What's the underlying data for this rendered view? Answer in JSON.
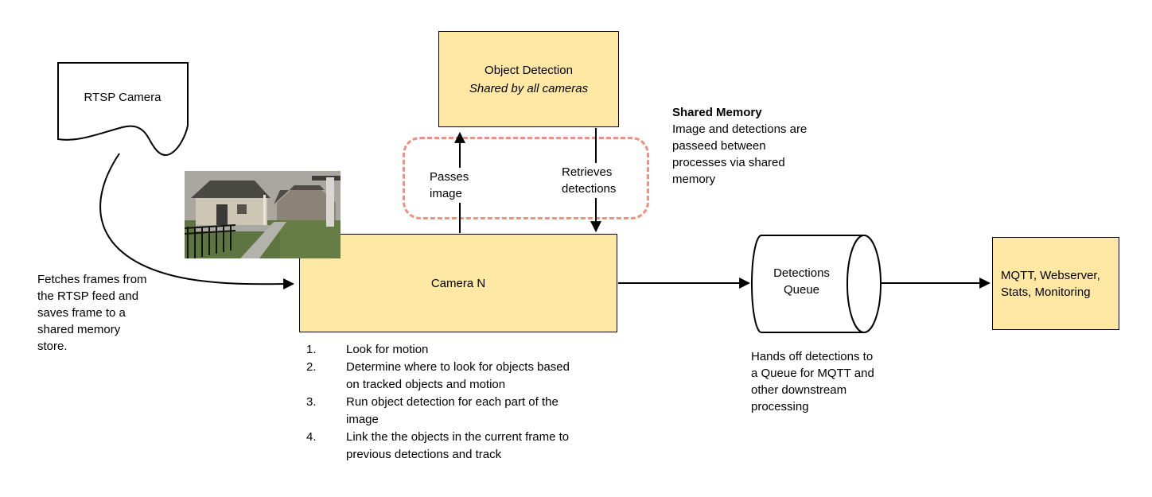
{
  "diagram": {
    "rtsp_camera_label": "RTSP Camera",
    "object_detection": {
      "title": "Object Detection",
      "subtitle": "Shared by all cameras"
    },
    "shared_memory_note": {
      "title": "Shared Memory",
      "body": "Image and detections are passeed between processes via shared memory"
    },
    "arrow_labels": {
      "passes_image": "Passes image",
      "retrieves_detections": "Retrieves detections"
    },
    "camera_n_label": "Camera N",
    "fetch_note": "Fetches frames from the RTSP feed and saves frame to a shared memory store.",
    "camera_steps": [
      "Look for motion",
      "Determine where to look for objects based on tracked objects and motion",
      "Run object detection for each part of the image",
      "Link the the objects in the current frame to previous detections and track"
    ],
    "detections_queue_label": "Detections Queue",
    "queue_note": "Hands off detections to a Queue for MQTT and other downstream processing",
    "mqtt_label": "MQTT, Webserver, Stats, Monitoring",
    "colors": {
      "node_fill": "#FFE8A3",
      "node_border": "#000000",
      "shared_memory_dash": "#F09080",
      "arrow": "#000000"
    }
  }
}
